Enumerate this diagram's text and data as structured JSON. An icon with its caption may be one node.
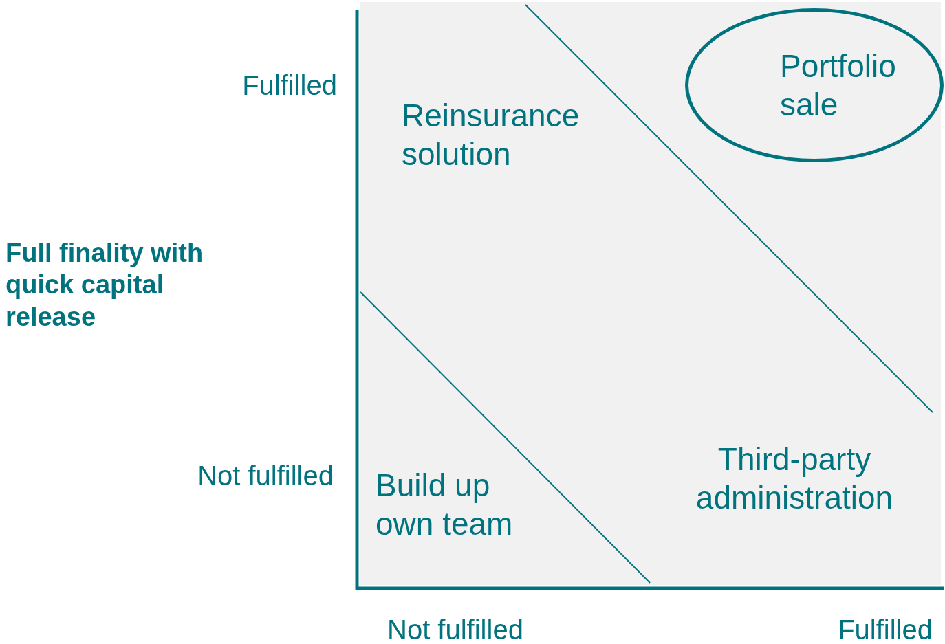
{
  "diagram": {
    "nodes": [
      {
        "text": [
          "Portfolio sale"
        ]
      }
    ],
    "labels": [
      "Fulfilled",
      "Reinsurance solution",
      "Full finality with quick capital release",
      "Not fulfilled",
      "Build up own team",
      "Third-party administration",
      "Not fulfilled",
      "Fulfilled"
    ]
  }
}
